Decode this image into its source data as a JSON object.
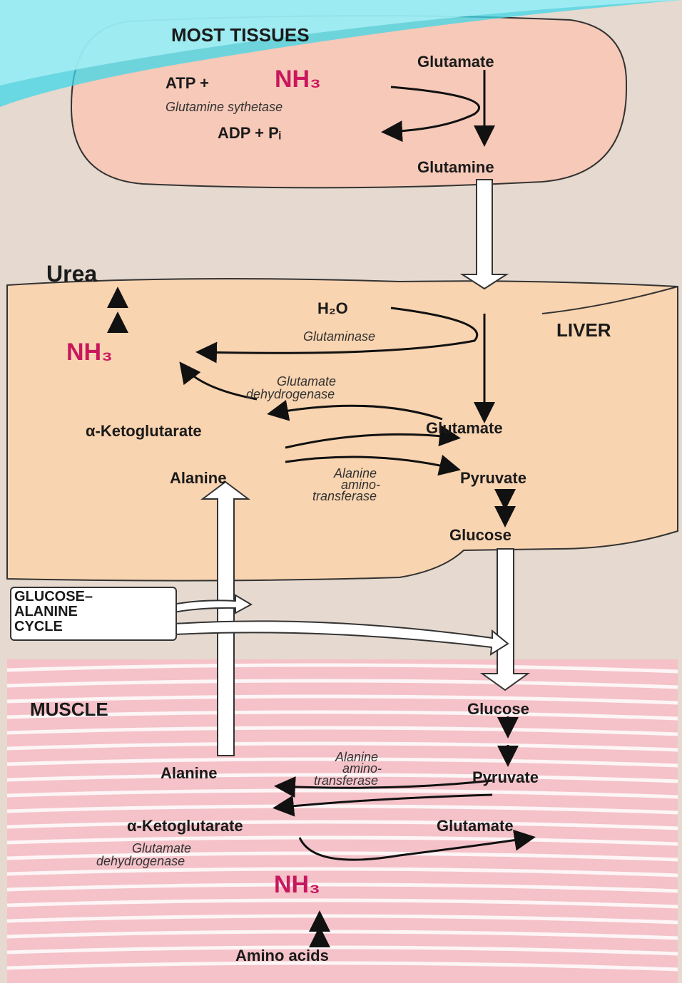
{
  "regions": {
    "tissues": "MOST TISSUES",
    "liver": "LIVER",
    "muscle": "MUSCLE",
    "cycle": [
      "GLUCOSE–",
      "ALANINE",
      "CYCLE"
    ]
  },
  "tissues": {
    "atp_prefix": "ATP +",
    "nh3": "NH₃",
    "enzyme": "Glutamine sythetase",
    "adp": "ADP + Pᵢ",
    "glutamate": "Glutamate",
    "glutamine": "Glutamine"
  },
  "liver": {
    "urea": "Urea",
    "h2o": "H₂O",
    "glutaminase": "Glutaminase",
    "nh3": "NH₃",
    "gdh": [
      "Glutamate",
      "dehydrogenase"
    ],
    "aketo": "α-Ketoglutarate",
    "glutamate": "Glutamate",
    "alanine": "Alanine",
    "alt": [
      "Alanine",
      "amino-",
      "transferase"
    ],
    "pyruvate": "Pyruvate",
    "glucose": "Glucose"
  },
  "muscle": {
    "glucose": "Glucose",
    "alanine": "Alanine",
    "alt": [
      "Alanine",
      "amino-",
      "transferase"
    ],
    "pyruvate": "Pyruvate",
    "aketo": "α-Ketoglutarate",
    "glutamate": "Glutamate",
    "gdh": [
      "Glutamate",
      "dehydrogenase"
    ],
    "nh3": "NH₃",
    "amino_acids": "Amino acids"
  },
  "colors": {
    "background": "#e6d9cf",
    "tissue_fill": "#f6c9b8",
    "liver_fill": "#f9d4b0",
    "muscle_fill": "#f4c2c8",
    "muscle_stripe": "#ffffff",
    "nh3": "#c8175e",
    "accent_cyan": "#3fd7e8"
  }
}
